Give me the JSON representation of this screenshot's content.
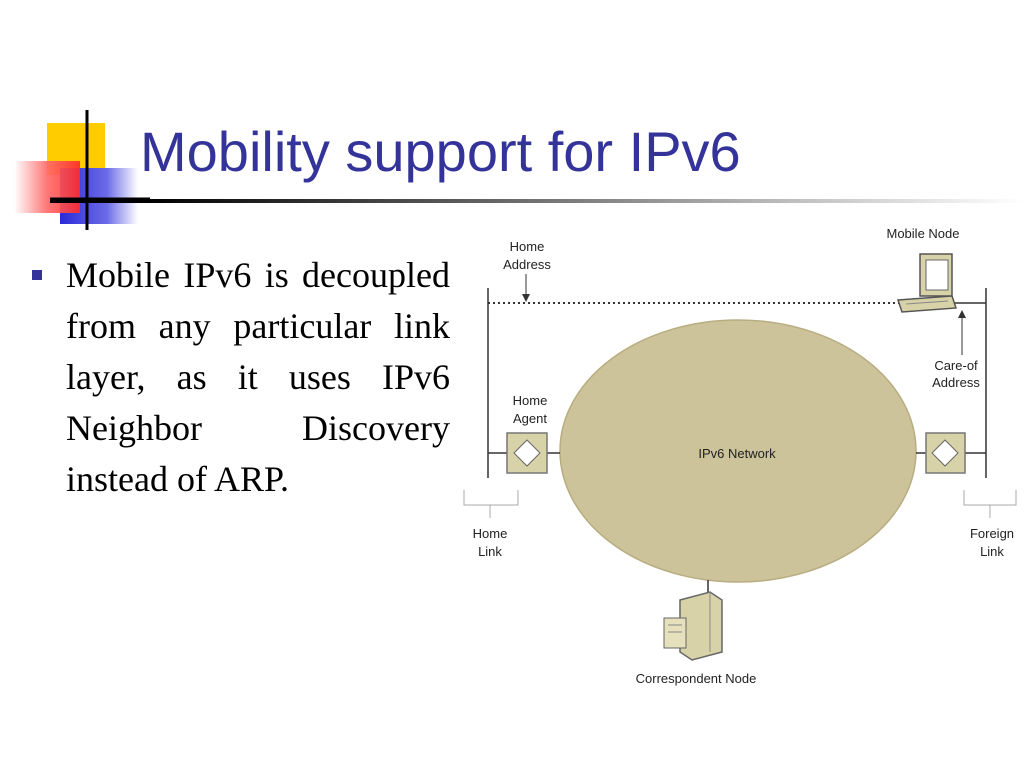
{
  "slide": {
    "title": "Mobility support for IPv6",
    "bullets": [
      "Mobile IPv6 is decoupled from any particular link layer, as it uses IPv6 Neighbor Discovery instead of ARP."
    ]
  },
  "diagram": {
    "labels": {
      "home_address_1": "Home",
      "home_address_2": "Address",
      "mobile_node": "Mobile Node",
      "care_of_1": "Care-of",
      "care_of_2": "Address",
      "home_agent_1": "Home",
      "home_agent_2": "Agent",
      "network": "IPv6 Network",
      "home_link_1": "Home",
      "home_link_2": "Link",
      "foreign_link_1": "Foreign",
      "foreign_link_2": "Link",
      "correspondent_node": "Correspondent Node"
    },
    "colors": {
      "network_fill": "#cdc39a",
      "device_fill": "#d8d2a8",
      "title_color": "#333399"
    }
  }
}
